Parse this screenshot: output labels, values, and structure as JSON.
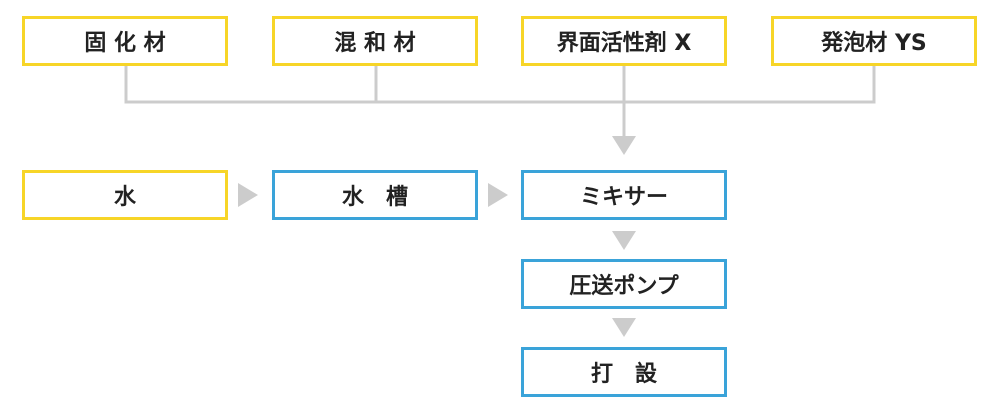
{
  "colors": {
    "material_border": "#f7d528",
    "process_border": "#3aa3d9",
    "connector": "#cccccc",
    "text": "#222222"
  },
  "materials": [
    {
      "label": "固 化 材"
    },
    {
      "label": "混 和 材"
    },
    {
      "label": "界面活性剤 X"
    },
    {
      "label": "発泡材 YS"
    }
  ],
  "water_source": {
    "label": "水"
  },
  "process": {
    "tank": "水　槽",
    "mixer": "ミキサー",
    "pump": "圧送ポンプ",
    "placement": "打　設"
  }
}
